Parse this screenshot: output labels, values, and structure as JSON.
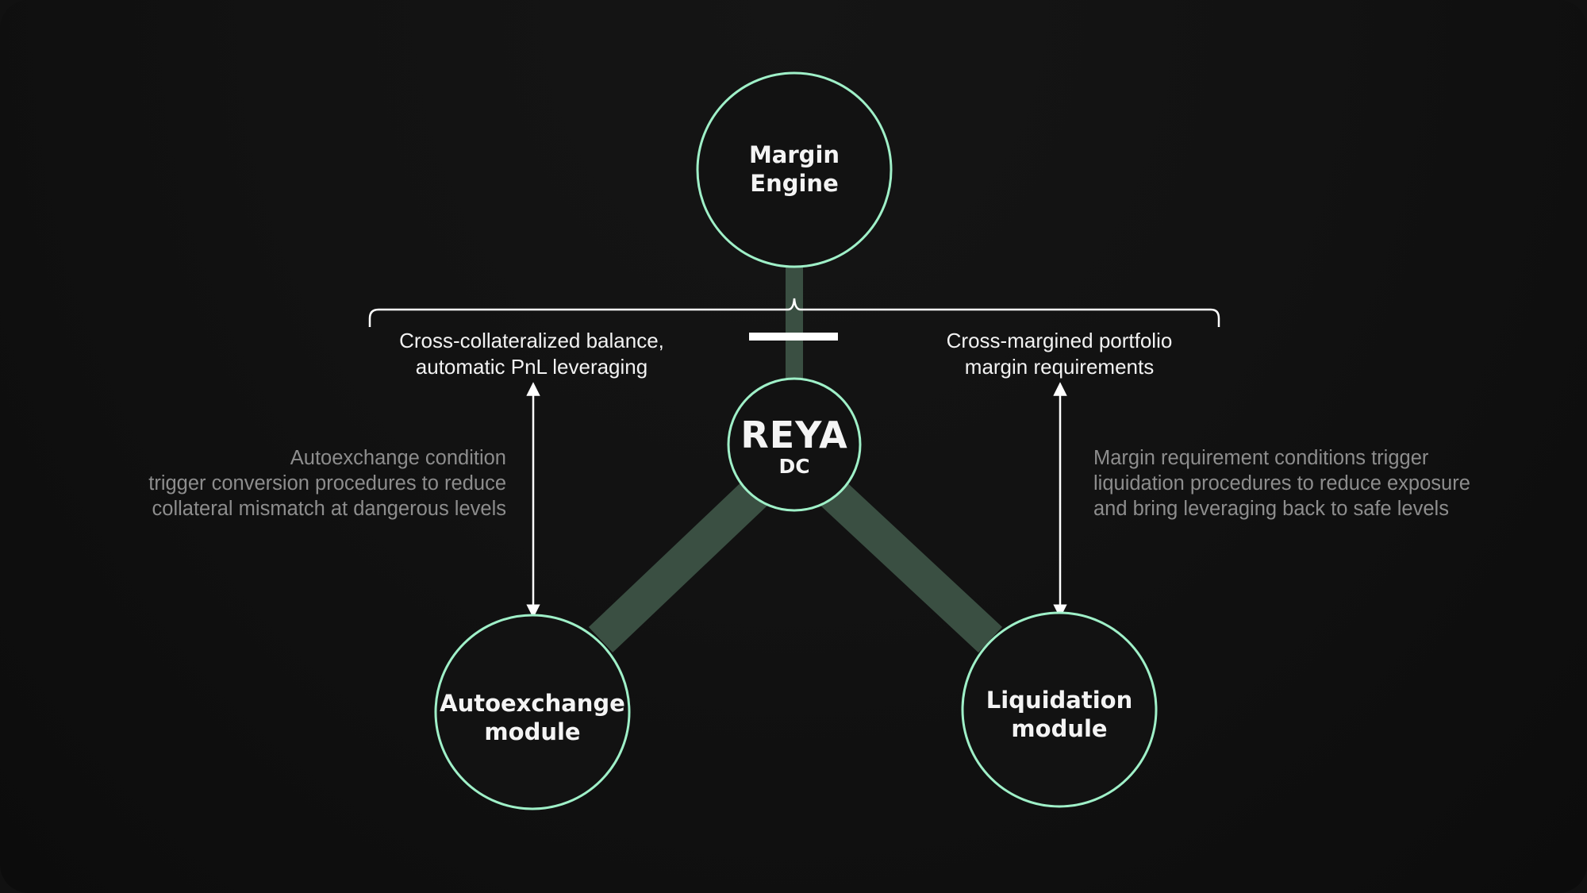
{
  "colors": {
    "background": "#111111",
    "node_stroke": "#9ff0c8",
    "connector": "#3a4f42",
    "bracket": "#ffffff",
    "note_text": "#8d8d8d"
  },
  "nodes": {
    "margin_engine": "Margin\nEngine",
    "reya_title": "REYA",
    "reya_subtitle": "DC",
    "autoexchange": "Autoexchange\nmodule",
    "liquidation": "Liquidation\nmodule"
  },
  "captions": {
    "left": "Cross-collateralized balance,\nautomatic PnL leveraging",
    "right": "Cross-margined portfolio\nmargin requirements"
  },
  "notes": {
    "left": "Autoexchange condition\ntrigger conversion procedures to reduce\ncollateral mismatch at dangerous levels",
    "right": "Margin requirement conditions trigger\nliquidation procedures to reduce exposure\nand bring leveraging back to safe levels"
  }
}
